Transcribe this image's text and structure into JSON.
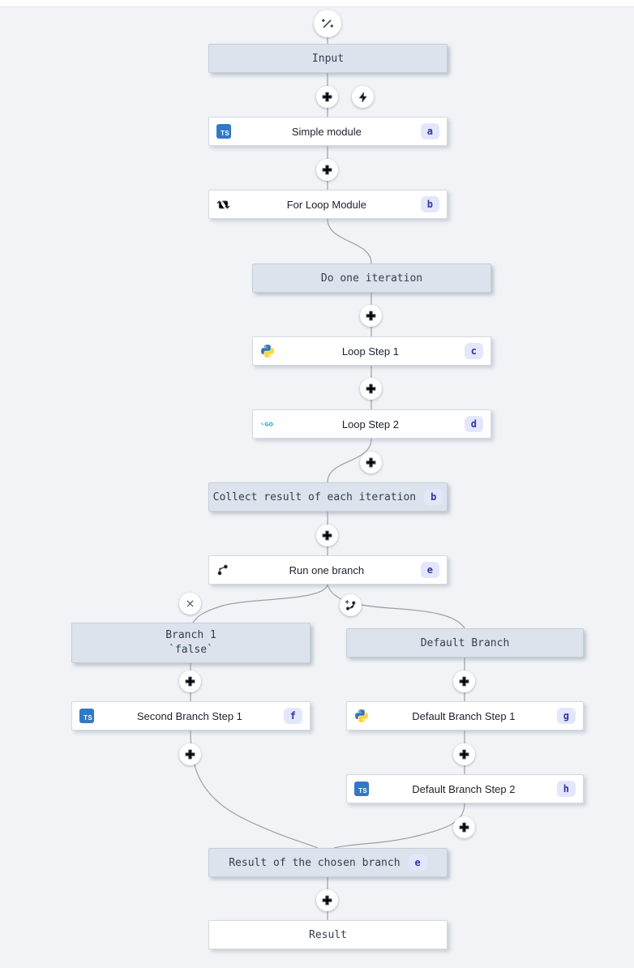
{
  "flow": {
    "input": {
      "label": "Input"
    },
    "simple_module": {
      "label": "Simple module",
      "badge": "a",
      "language": "typescript"
    },
    "for_loop_module": {
      "label": "For Loop Module",
      "badge": "b"
    },
    "do_one_iteration": {
      "label": "Do one iteration"
    },
    "loop_step_1": {
      "label": "Loop Step 1",
      "badge": "c",
      "language": "python"
    },
    "loop_step_2": {
      "label": "Loop Step 2",
      "badge": "d",
      "language": "go"
    },
    "collect_result": {
      "label": "Collect result of each iteration",
      "badge": "b"
    },
    "run_one_branch": {
      "label": "Run one branch",
      "badge": "e"
    },
    "branch_1": {
      "label": "Branch 1",
      "condition": "`false`"
    },
    "default_branch": {
      "label": "Default Branch"
    },
    "second_branch_step_1": {
      "label": "Second Branch Step 1",
      "badge": "f",
      "language": "typescript"
    },
    "default_branch_step_1": {
      "label": "Default Branch Step 1",
      "badge": "g",
      "language": "python"
    },
    "default_branch_step_2": {
      "label": "Default Branch Step 2",
      "badge": "h",
      "language": "typescript"
    },
    "result_of_chosen_branch": {
      "label": "Result of the chosen branch",
      "badge": "e"
    },
    "result": {
      "label": "Result"
    }
  },
  "icons": {
    "ts_label": "TS",
    "go_label": "GO",
    "wand": "wand-sparkles-icon",
    "zap": "zap-icon",
    "plus": "add-step-icon",
    "close": "remove-branch-icon",
    "branch_plus": "add-branch-icon",
    "repeat": "for-loop-icon",
    "git_branch": "branch-icon"
  },
  "colors": {
    "canvas_bg": "#f1f3f6",
    "header_node_bg": "#dce3ec",
    "module_node_bg": "#ffffff",
    "badge_bg": "#e3e7fb",
    "badge_text": "#3730a3",
    "typescript_blue": "#3178c6",
    "python_blue": "#3776ab",
    "python_yellow": "#ffd43b",
    "go_cyan": "#00acd7",
    "connector_gray": "#9aa0a8"
  }
}
